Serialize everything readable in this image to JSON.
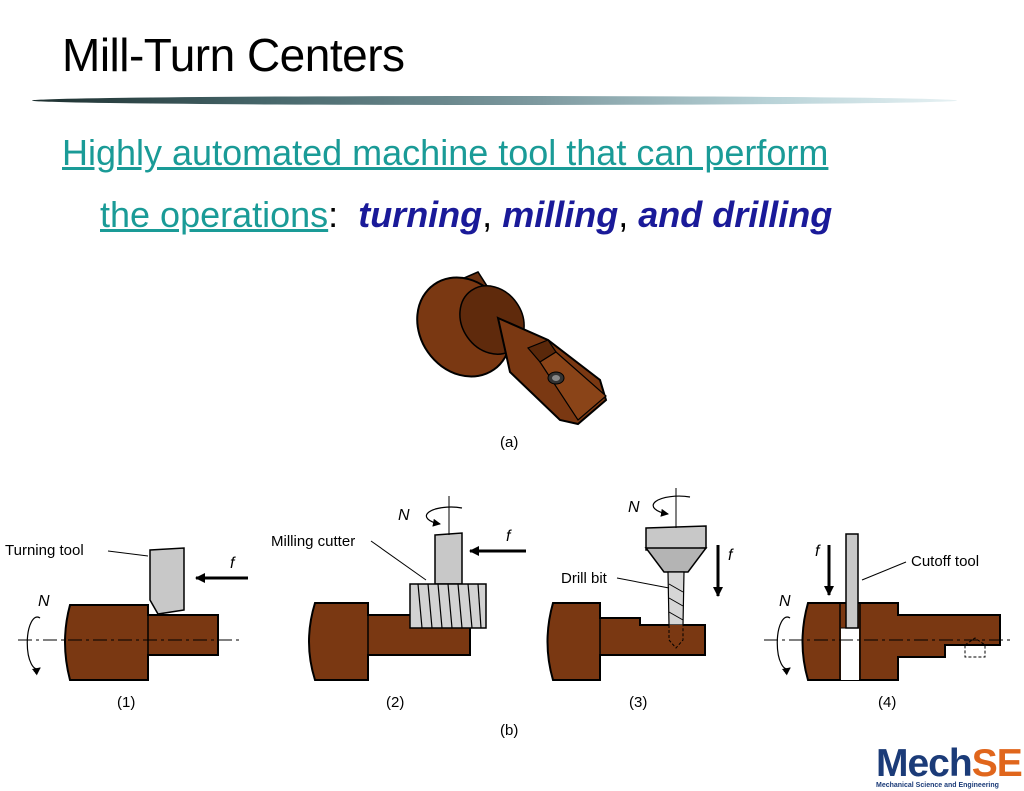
{
  "slide": {
    "title": "Mill-Turn Centers",
    "intro_link_line1": "Highly automated machine tool that can perform",
    "intro_link_line2": "the operations",
    "colon": ":",
    "op_turning": "turning",
    "comma1": ",",
    "op_milling": "milling",
    "comma2": ",",
    "op_drilling": "and drilling"
  },
  "figure": {
    "part_caption": "(a)",
    "ops_caption": "(b)",
    "panels": [
      {
        "caption": "(1)",
        "tool_label": "Turning tool",
        "rotation_label": "N",
        "feed_label": "f"
      },
      {
        "caption": "(2)",
        "tool_label": "Milling cutter",
        "rotation_label": "N",
        "feed_label": "f"
      },
      {
        "caption": "(3)",
        "tool_label": "Drill bit",
        "rotation_label": "N",
        "feed_label": "f"
      },
      {
        "caption": "(4)",
        "tool_label": "Cutoff tool",
        "rotation_label": "N",
        "feed_label": "f"
      }
    ]
  },
  "logo": {
    "main_left": "Mech",
    "main_right": "SE",
    "subtitle": "Mechanical Science and Engineering"
  },
  "colors": {
    "workpiece": "#7a3812",
    "link": "#1a9b97",
    "emphasis": "#1a1a99",
    "logo_blue": "#1b3b78",
    "logo_orange": "#e0661c"
  }
}
